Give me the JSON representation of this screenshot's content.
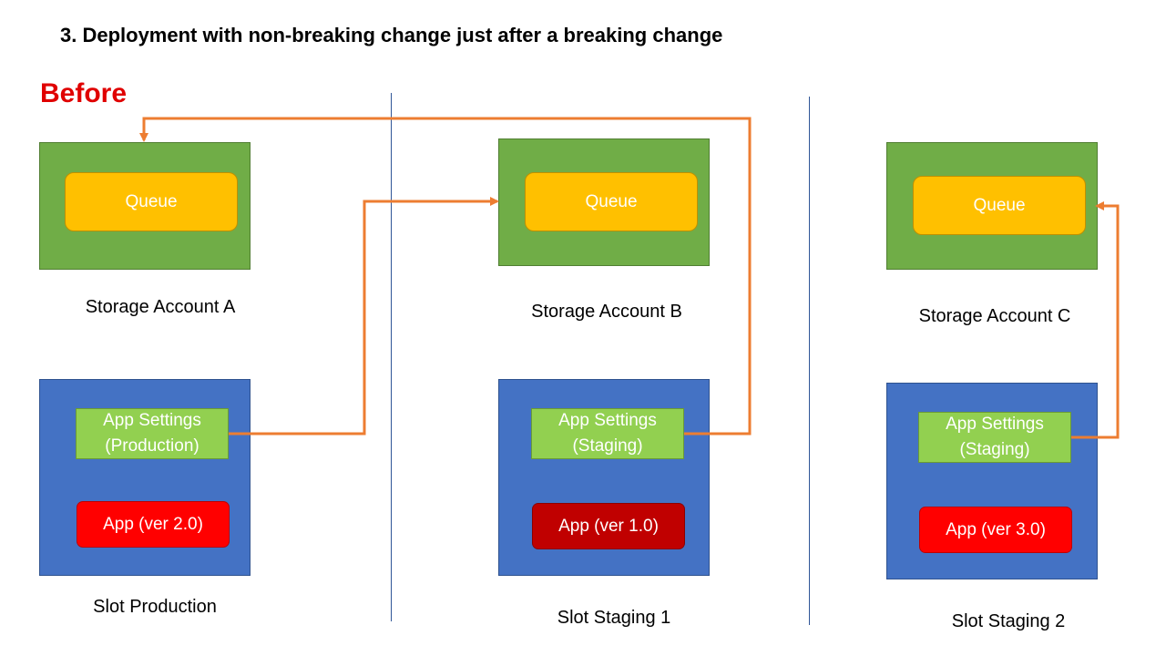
{
  "title": "3. Deployment with non-breaking change just after a breaking change",
  "state_label": "Before",
  "colors": {
    "storage": "#70ad47",
    "queue": "#ffc000",
    "slot": "#4472c4",
    "settings": "#92d050",
    "app_active": "#ff0000",
    "app_old": "#c00000",
    "arrow": "#ed7d31",
    "divider": "#2f5597",
    "before_text": "#e00000"
  },
  "columns": [
    {
      "storage_label": "Storage Account A",
      "queue_label": "Queue",
      "slot_label": "Slot Production",
      "settings_line1": "App Settings",
      "settings_line2": "(Production)",
      "app_label": "App (ver 2.0)"
    },
    {
      "storage_label": "Storage Account B",
      "queue_label": "Queue",
      "slot_label": "Slot Staging 1",
      "settings_line1": "App Settings",
      "settings_line2": "(Staging)",
      "app_label": "App (ver 1.0)"
    },
    {
      "storage_label": "Storage Account C",
      "queue_label": "Queue",
      "slot_label": "Slot Staging 2",
      "settings_line1": "App Settings",
      "settings_line2": "(Staging)",
      "app_label": "App (ver 3.0)"
    }
  ]
}
